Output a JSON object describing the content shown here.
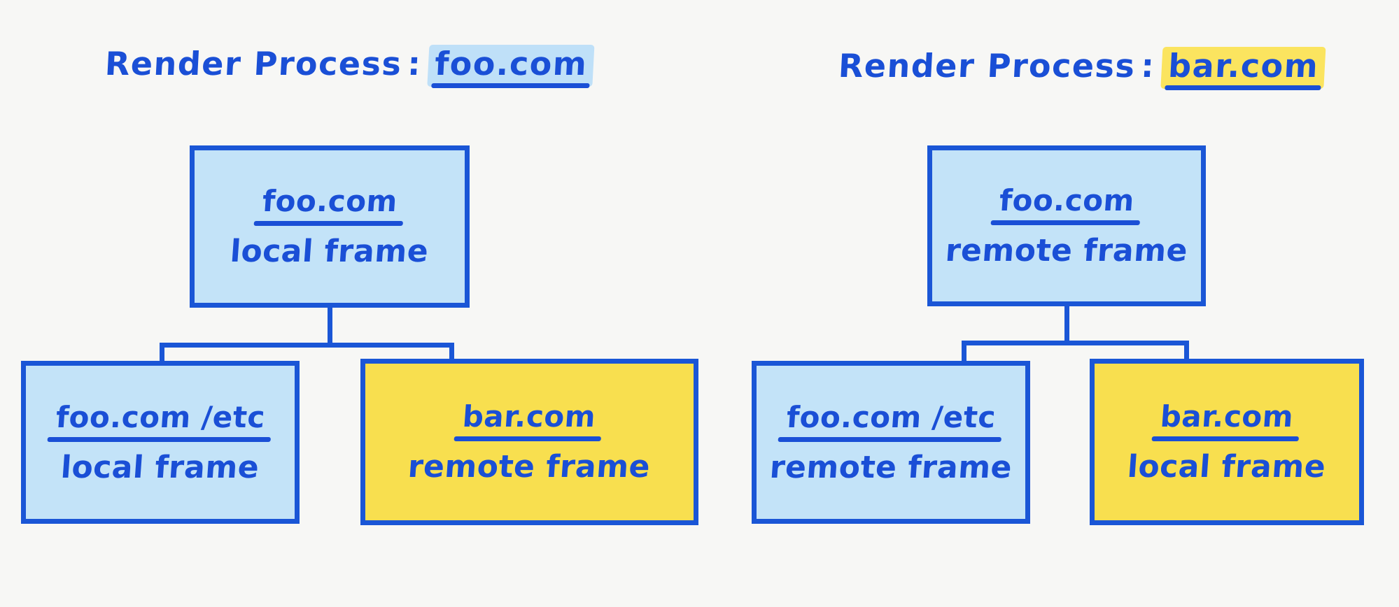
{
  "diagram": {
    "background_color": "#f7f7f5",
    "ink_color": "#1a56d6",
    "blue_fill": "#c3e3f8",
    "yellow_fill": "#f8df4f",
    "blue_highlight": "#bfe0f8",
    "yellow_highlight": "#fbe45f"
  },
  "left": {
    "title": {
      "prefix": "Render Process",
      "colon": ":",
      "host": "foo.com",
      "highlight": "blue"
    },
    "root": {
      "origin": "foo.com",
      "kind": "local frame",
      "fill": "blue"
    },
    "children": [
      {
        "origin": "foo.com /etc",
        "kind": "local frame",
        "fill": "blue"
      },
      {
        "origin": "bar.com",
        "kind": "remote frame",
        "fill": "yellow"
      }
    ]
  },
  "right": {
    "title": {
      "prefix": "Render Process",
      "colon": ":",
      "host": "bar.com",
      "highlight": "yellow"
    },
    "root": {
      "origin": "foo.com",
      "kind": "remote frame",
      "fill": "blue"
    },
    "children": [
      {
        "origin": "foo.com /etc",
        "kind": "remote frame",
        "fill": "blue"
      },
      {
        "origin": "bar.com",
        "kind": "local frame",
        "fill": "yellow"
      }
    ]
  }
}
